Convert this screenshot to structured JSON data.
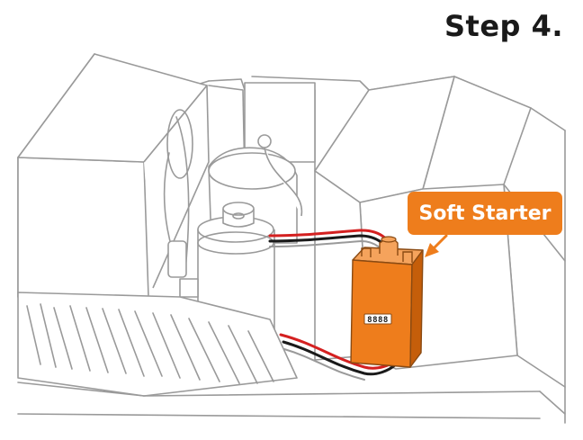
{
  "header": {
    "title": "Step 4."
  },
  "callout": {
    "label": "Soft Starter"
  },
  "display": {
    "digits": "8888"
  },
  "colors": {
    "accent": "#ee7d1c",
    "accent_dark": "#c55e0a",
    "line_art": "#9a9a9a",
    "wire_red": "#d42020",
    "wire_black": "#1a1a1a",
    "title_text": "#1a1a1a",
    "callout_text": "#ffffff"
  }
}
